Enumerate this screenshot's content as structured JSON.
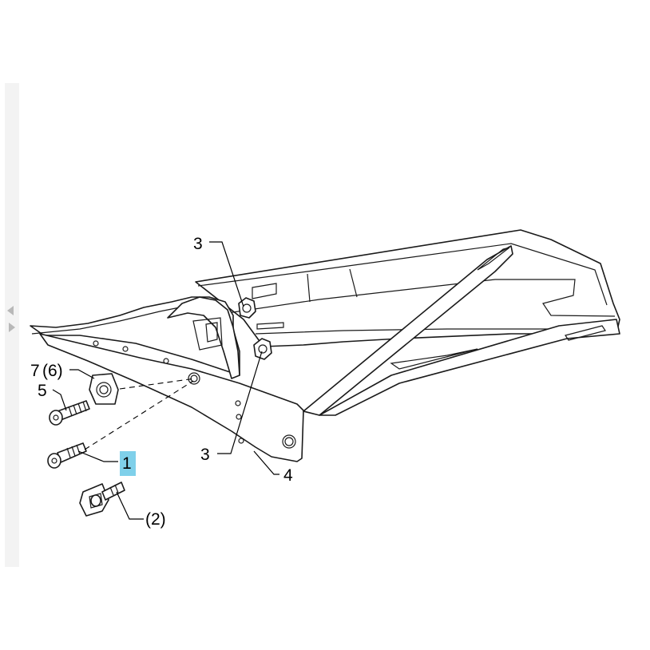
{
  "diagram": {
    "callouts": {
      "nut_upper": "3",
      "nut_lower": "3",
      "frame": "4",
      "washer": "7",
      "washer_alt": "(6)",
      "screw_upper": "5",
      "screw_selected": "1",
      "screw_alt": "(2)"
    },
    "selected_callout": "1",
    "highlight_color": "#7fd0ea"
  },
  "viewer": {
    "prev_icon": "chevron-left-icon",
    "next_icon": "chevron-right-icon"
  }
}
